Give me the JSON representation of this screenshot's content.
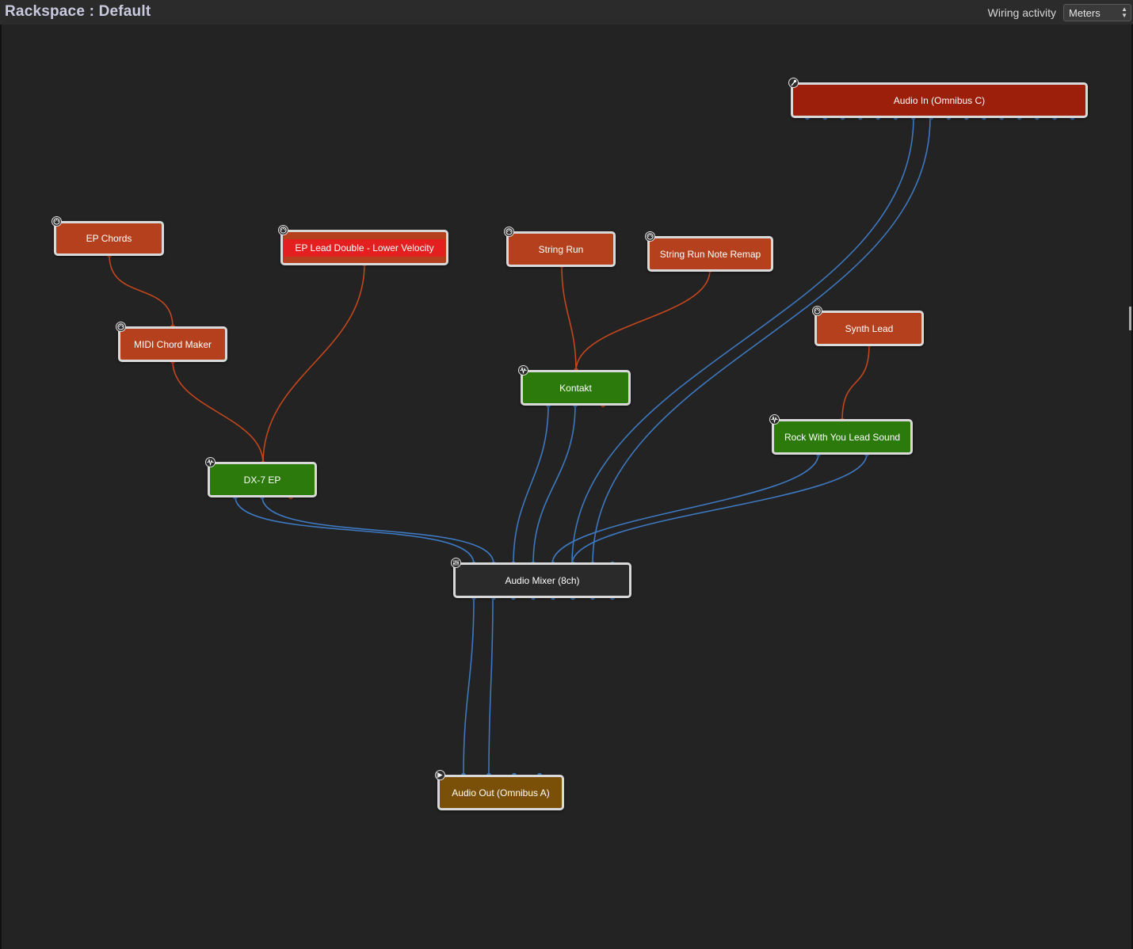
{
  "header": {
    "title": "Rackspace : Default",
    "wiring_label": "Wiring activity",
    "wiring_mode": "Meters"
  },
  "colors": {
    "midi_node": "#b5401d",
    "plugin_node": "#2b7a0b",
    "audio_in_node": "#9b1f0b",
    "audio_out_node": "#7a4f08",
    "mixer_node": "#2a2a2a",
    "audio_wire": "#3d78c0",
    "midi_wire": "#c4461c",
    "highlight": "#e31f1f"
  },
  "nodes": {
    "audio_in": {
      "label": "Audio In (Omnibus C)",
      "icon": "microphone-icon"
    },
    "ep_chords": {
      "label": "EP Chords",
      "icon": "midi-port-icon"
    },
    "ep_lead_double": {
      "label": "EP Lead Double - Lower Velocity",
      "icon": "midi-port-icon"
    },
    "string_run": {
      "label": "String Run",
      "icon": "midi-port-icon"
    },
    "string_run_remap": {
      "label": "String Run Note Remap",
      "icon": "midi-port-icon"
    },
    "synth_lead": {
      "label": "Synth Lead",
      "icon": "midi-port-icon"
    },
    "midi_chord_maker": {
      "label": "MIDI Chord Maker",
      "icon": "midi-port-icon"
    },
    "kontakt": {
      "label": "Kontakt",
      "icon": "plugin-wave-icon"
    },
    "rock_with_you": {
      "label": "Rock With You Lead Sound",
      "icon": "plugin-wave-icon"
    },
    "dx7_ep": {
      "label": "DX-7 EP",
      "icon": "plugin-wave-icon"
    },
    "audio_mixer": {
      "label": "Audio Mixer (8ch)",
      "icon": "mixer-faders-icon"
    },
    "audio_out": {
      "label": "Audio Out (Omnibus A)",
      "icon": "play-speaker-icon"
    }
  }
}
